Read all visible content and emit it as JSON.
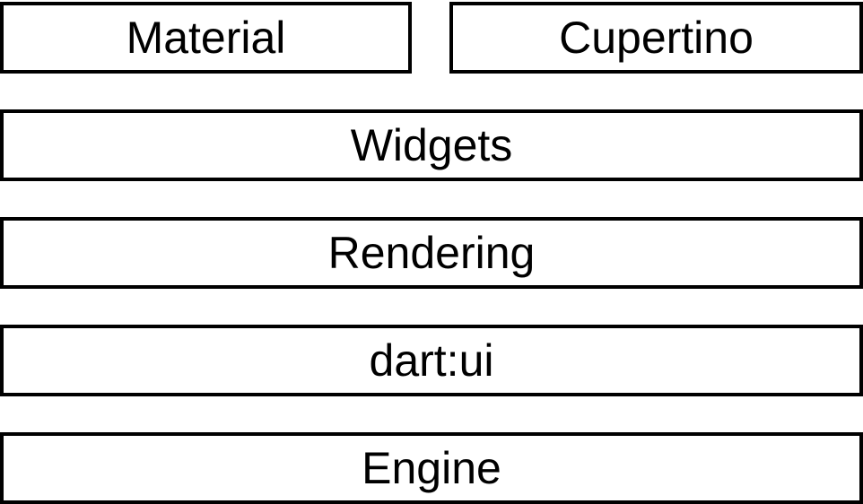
{
  "colors": {
    "background": "#ffffff",
    "box_border": "#000000",
    "text": "#000000"
  },
  "boxes": {
    "material": {
      "label": "Material"
    },
    "cupertino": {
      "label": "Cupertino"
    },
    "widgets": {
      "label": "Widgets"
    },
    "rendering": {
      "label": "Rendering"
    },
    "dart_ui": {
      "label": "dart:ui"
    },
    "engine": {
      "label": "Engine"
    }
  }
}
